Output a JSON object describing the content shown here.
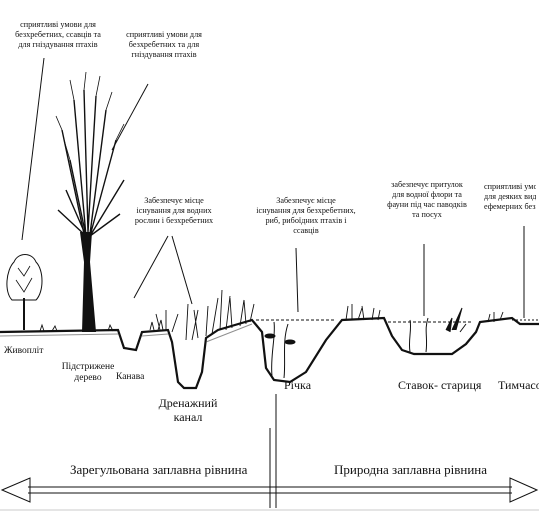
{
  "notes": {
    "hedge_note": [
      "сприятливі умови для",
      "безхребетних, ссавців та",
      "для гніздування птахів"
    ],
    "tree_note": [
      "сприятливі умови для",
      "безхребетних та для",
      "гніздування птахів"
    ],
    "drain_note": [
      "Забезпечує місце",
      "існування для водних",
      "рослин і безхребетних"
    ],
    "river_note": [
      "Забезпечує місце",
      "існування для безхребетних,",
      "риб, рибоїдних птахів і",
      "ссавців"
    ],
    "oxbow_note": [
      "забезпечує притулок",
      "для водної флори та",
      "фауни під час паводків",
      "та посух"
    ],
    "temp_note": [
      "сприятливі умови",
      "для деяких видів",
      "ефемерних безхребетних"
    ]
  },
  "labels": {
    "hedge": "Живопліт",
    "tree": [
      "Підстрижене",
      "дерево"
    ],
    "ditch": "Канава",
    "drain": [
      "Дренажний",
      "канал"
    ],
    "river": "Річка",
    "oxbow": "Ставок- стариця",
    "temp": "Тимчасові"
  },
  "regions": {
    "left": "Зарегульована заплавна рівнина",
    "right": "Природна заплавна рівнина"
  },
  "colors": {
    "ink": "#111111",
    "paper": "#ffffff"
  }
}
